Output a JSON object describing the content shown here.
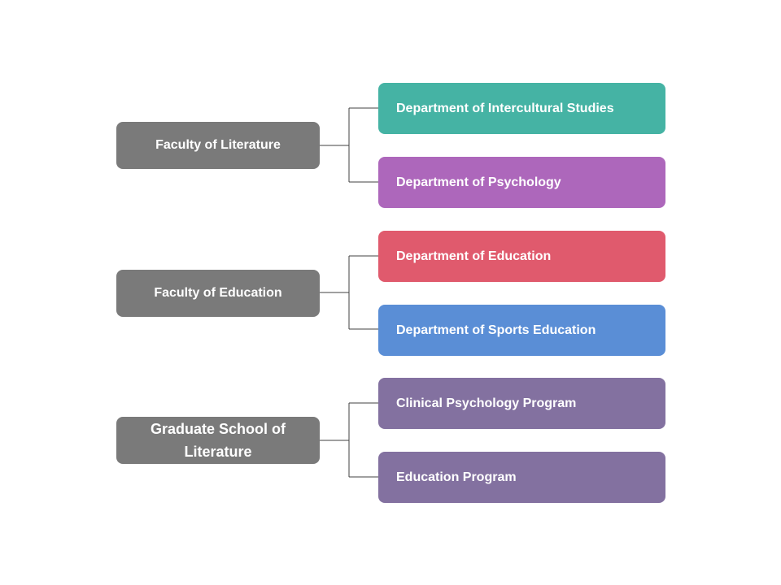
{
  "groups": [
    {
      "parent": "Faculty of Literature",
      "children": [
        {
          "label": "Department of Intercultural Studies",
          "color": "#45b3a4"
        },
        {
          "label": "Department of Psychology",
          "color": "#ad67bb"
        }
      ]
    },
    {
      "parent": "Faculty of Education",
      "children": [
        {
          "label": "Department of Education",
          "color": "#e05a6d"
        },
        {
          "label": "Department of Sports Education",
          "color": "#5a8ed6"
        }
      ]
    },
    {
      "parent": "Graduate School of Literature",
      "children": [
        {
          "label": "Clinical Psychology Program",
          "color": "#8371a0"
        },
        {
          "label": "Education Program",
          "color": "#8371a0"
        }
      ]
    }
  ],
  "colors": {
    "parent_box": "#7a7a7a",
    "connector": "#404040",
    "background": "#ffffff"
  }
}
